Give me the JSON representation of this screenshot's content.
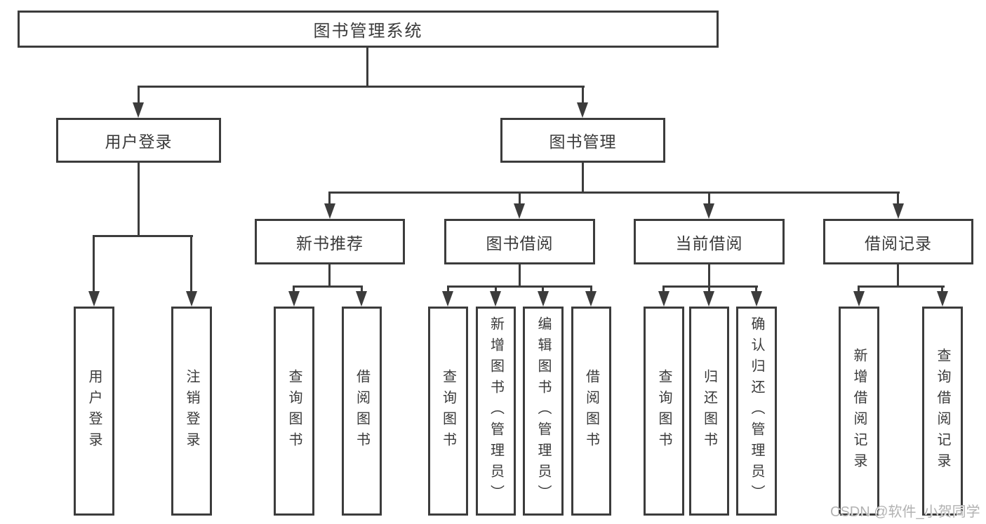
{
  "title": "图书管理系统",
  "colors": {
    "line": "#3c3c3c",
    "text": "#3a3a3a",
    "background": "#ffffff",
    "watermark": "#b2b2b2"
  },
  "tree": {
    "root": {
      "label": "图书管理系统"
    },
    "branches": [
      {
        "label": "用户登录",
        "children": [
          {
            "label": "用户登录"
          },
          {
            "label": "注销登录"
          }
        ]
      },
      {
        "label": "图书管理",
        "children": [
          {
            "label": "新书推荐",
            "children": [
              {
                "label": "查询图书"
              },
              {
                "label": "借阅图书"
              }
            ]
          },
          {
            "label": "图书借阅",
            "children": [
              {
                "label": "查询图书"
              },
              {
                "label": "新增图书（管理员）"
              },
              {
                "label": "编辑图书（管理员）"
              },
              {
                "label": "借阅图书"
              }
            ]
          },
          {
            "label": "当前借阅",
            "children": [
              {
                "label": "查询图书"
              },
              {
                "label": "归还图书"
              },
              {
                "label": "确认归还（管理员）"
              }
            ]
          },
          {
            "label": "借阅记录",
            "children": [
              {
                "label": "新增借阅记录"
              },
              {
                "label": "查询借阅记录"
              }
            ]
          }
        ]
      }
    ]
  },
  "watermark": {
    "text": "CSDN @软件_小贺同学"
  }
}
